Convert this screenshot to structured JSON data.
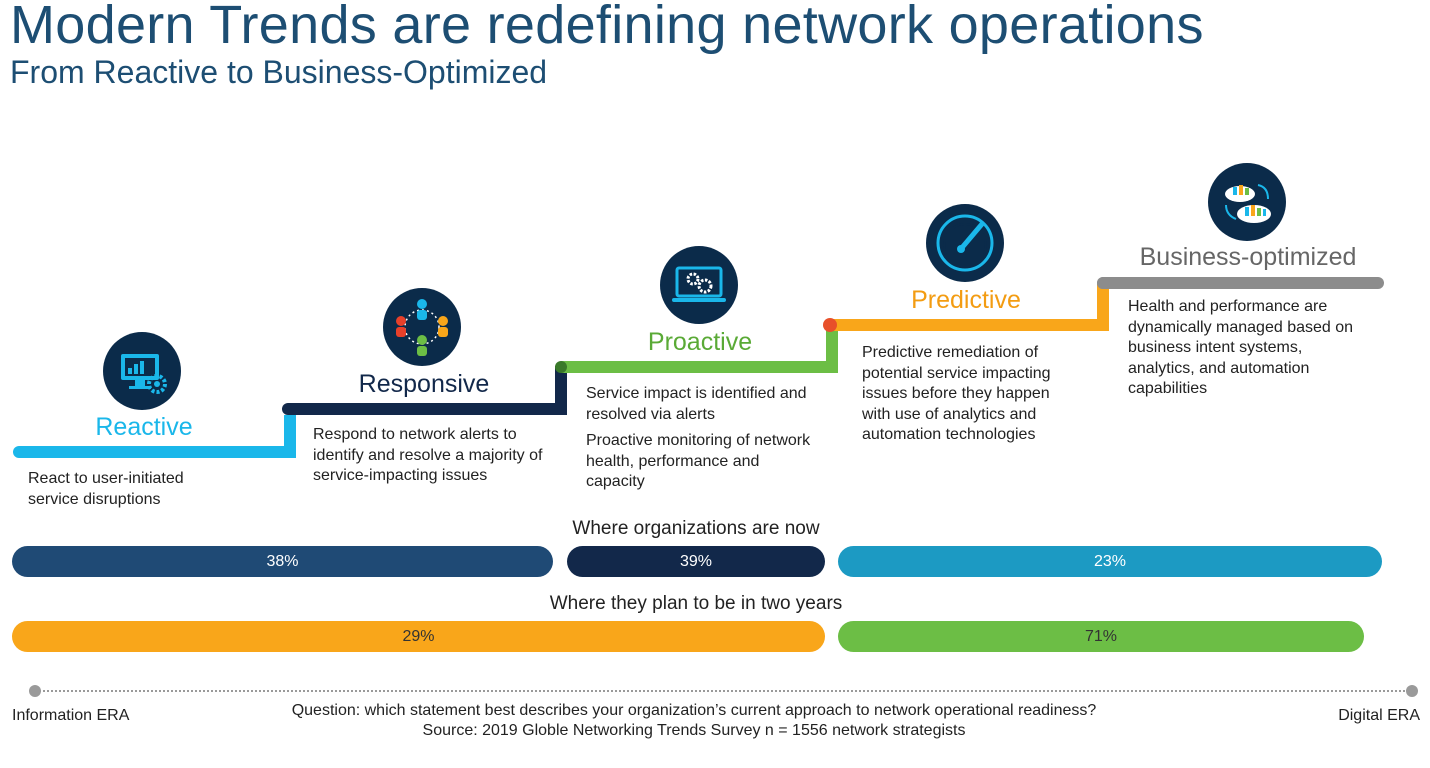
{
  "header": {
    "title": "Modern Trends are redefining network operations",
    "subtitle": "From Reactive to Business-Optimized"
  },
  "stages": [
    {
      "name": "Reactive",
      "color": "#1ab7ea",
      "icon": "monitor-gear-icon",
      "description": [
        "React to user-initiated service disruptions"
      ]
    },
    {
      "name": "Responsive",
      "color": "#12284a",
      "icon": "people-network-icon",
      "description": [
        "Respond to network alerts to identify and resolve a majority of service-impacting issues"
      ]
    },
    {
      "name": "Proactive",
      "color": "#6cbe45",
      "icon": "laptop-gears-icon",
      "description": [
        "Service impact is identified and resolved via alerts",
        "Proactive monitoring of network health, performance and capacity"
      ]
    },
    {
      "name": "Predictive",
      "color": "#f9a61a",
      "icon": "gauge-icon",
      "description": [
        "Predictive remediation of potential service impacting issues before they happen with use of analytics and automation technologies"
      ]
    },
    {
      "name": "Business-optimized",
      "color": "#8c8c8c",
      "icon": "cloud-sync-icon",
      "description": [
        "Health and performance are dynamically managed based on business intent systems, analytics, and automation capabilities"
      ]
    }
  ],
  "now_section": {
    "label": "Where organizations are now",
    "bars": [
      {
        "value": "38%",
        "color": "#1f4a75"
      },
      {
        "value": "39%",
        "color": "#12284a"
      },
      {
        "value": "23%",
        "color": "#1c9ac3"
      }
    ]
  },
  "future_section": {
    "label": "Where they plan to be in two years",
    "bars": [
      {
        "value": "29%",
        "color": "#f9a61a"
      },
      {
        "value": "71%",
        "color": "#6cbe45"
      }
    ]
  },
  "timeline": {
    "start_label": "Information ERA",
    "end_label": "Digital ERA"
  },
  "footnote": {
    "question": "Question: which statement best describes your organization’s current approach to network operational readiness?",
    "source": "Source: 2019 Globle Networking Trends Survey n = 1556 network strategists"
  }
}
